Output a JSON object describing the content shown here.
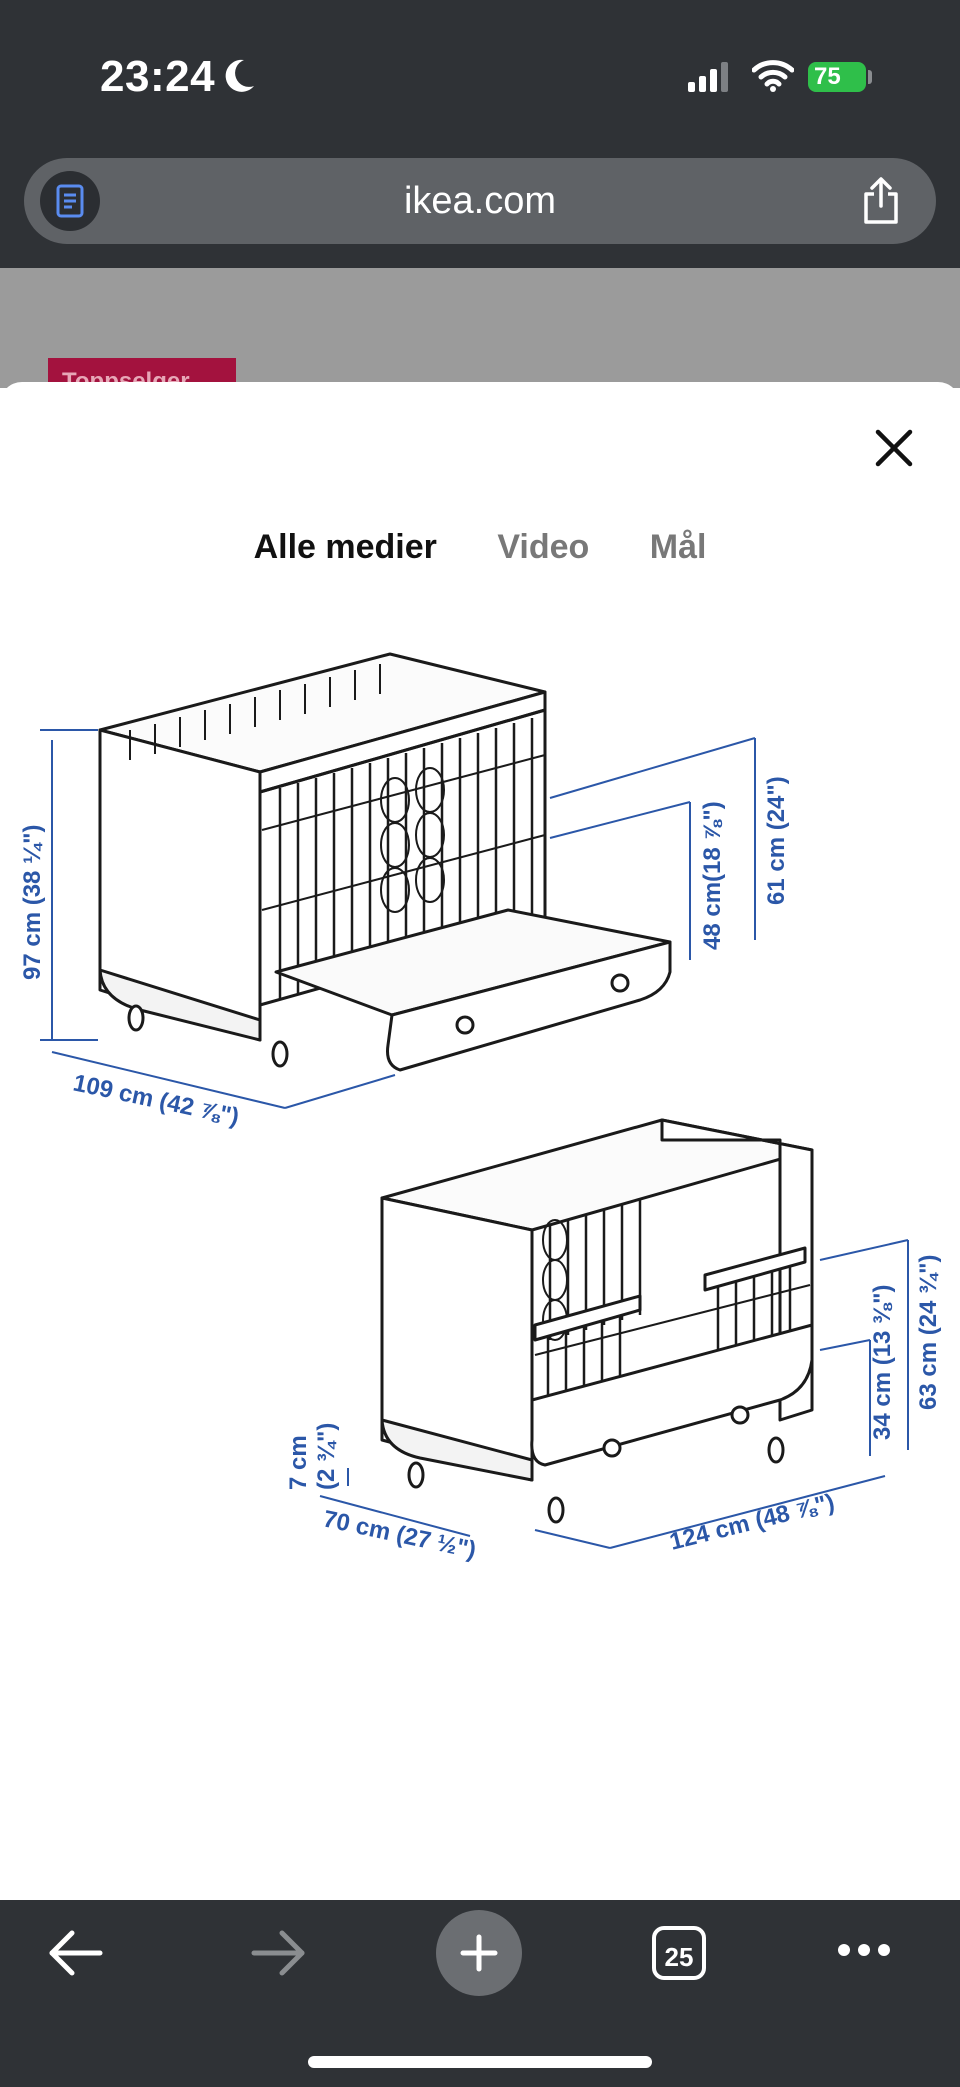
{
  "status_bar": {
    "time": "23:24",
    "battery": "75",
    "icons": [
      "moon-icon",
      "signal-icon",
      "wifi-icon",
      "battery-icon"
    ]
  },
  "browser": {
    "url": "ikea.com",
    "reader_icon": "reader-icon",
    "share_icon": "share-icon"
  },
  "background_page": {
    "promo_tag": "Toppselger"
  },
  "modal": {
    "close_icon": "close-icon",
    "tabs": [
      {
        "label": "Alle medier",
        "active": true
      },
      {
        "label": "Video",
        "active": false
      },
      {
        "label": "Mål",
        "active": false
      }
    ],
    "dimensions": {
      "height_total": "97 cm (38 ¼\")",
      "width_depth_top": "109 cm (42 ⅞\")",
      "rail_height_low": "48 cm(18 ⅞\")",
      "rail_height_high": "61 cm (24\")",
      "leg_height": "7 cm",
      "leg_height_in": "(2 ¾\")",
      "depth": "70 cm (27 ½\")",
      "length": "124 cm (48 ⅞\")",
      "bed_height_low": "34 cm (13 ⅜\")",
      "bed_height_high": "63 cm (24 ¾\")"
    }
  },
  "bottom_toolbar": {
    "tabs_count": "25",
    "icons": [
      "back-arrow-icon",
      "forward-arrow-icon",
      "plus-icon",
      "tabs-icon",
      "more-icon"
    ]
  },
  "colors": {
    "chrome": "#2f3236",
    "urlbar": "#5f6266",
    "dimension_blue": "#2b57a8",
    "promo_red": "#a3123e",
    "battery_green": "#2fbf4a"
  }
}
